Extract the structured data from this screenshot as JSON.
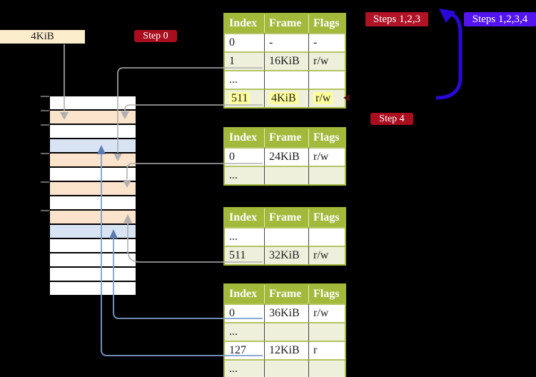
{
  "labels": {
    "page_size": "4KiB",
    "step0": "Step 0",
    "step4": "Step 4",
    "steps_gray": "Steps 1,2,3",
    "steps_blue": "Steps 1,2,3,4"
  },
  "colors": {
    "badge_crimson": "#a90e1f",
    "badge_crimson_big": "#b01226",
    "badge_blue_violet": "#5314f0",
    "big_arrow_blue": "#2a08d8",
    "connector_gray": "#b0b0b0",
    "connector_blue": "#7d9ecb",
    "connector_blue_head": "#5b7cb0",
    "table_header_green": "#a2b93c",
    "table_shade": "#eef0dc",
    "text_highlight_yellow": "#ffff9c",
    "strip_peach": "#fbe3cc",
    "strip_blue": "#d8e4f4",
    "size_label_cream": "#fcedcd"
  },
  "memory_strip": {
    "rows": [
      "white",
      "peach",
      "white",
      "blue",
      "peach",
      "white",
      "peach",
      "white",
      "peach",
      "blue",
      "white",
      "white",
      "white",
      "white"
    ],
    "tick_ys": [
      135,
      155,
      175,
      215,
      255,
      295
    ]
  },
  "tables": [
    {
      "name": "page-table-top",
      "headers": [
        "Index",
        "Frame",
        "Flags"
      ],
      "rows": [
        {
          "cells": [
            "0",
            "-",
            "-"
          ],
          "shaded": false,
          "highlighted": false
        },
        {
          "cells": [
            "1",
            "16KiB",
            "r/w"
          ],
          "shaded": true,
          "highlighted": false
        },
        {
          "cells": [
            "...",
            "",
            ""
          ],
          "shaded": false,
          "highlighted": false
        },
        {
          "cells": [
            "511",
            "4KiB",
            "r/w"
          ],
          "shaded": true,
          "highlighted": true
        }
      ]
    },
    {
      "name": "page-table-second",
      "headers": [
        "Index",
        "Frame",
        "Flags"
      ],
      "rows": [
        {
          "cells": [
            "0",
            "24KiB",
            "r/w"
          ],
          "shaded": false,
          "highlighted": false
        },
        {
          "cells": [
            "...",
            "",
            ""
          ],
          "shaded": true,
          "highlighted": false
        }
      ]
    },
    {
      "name": "page-table-third",
      "headers": [
        "Index",
        "Frame",
        "Flags"
      ],
      "rows": [
        {
          "cells": [
            "...",
            "",
            ""
          ],
          "shaded": false,
          "highlighted": false
        },
        {
          "cells": [
            "511",
            "32KiB",
            "r/w"
          ],
          "shaded": true,
          "highlighted": false
        }
      ]
    },
    {
      "name": "page-table-bottom",
      "headers": [
        "Index",
        "Frame",
        "Flags"
      ],
      "rows": [
        {
          "cells": [
            "0",
            "36KiB",
            "r/w"
          ],
          "shaded": false,
          "highlighted": false
        },
        {
          "cells": [
            "...",
            "",
            ""
          ],
          "shaded": true,
          "highlighted": false
        },
        {
          "cells": [
            "127",
            "12KiB",
            "r"
          ],
          "shaded": false,
          "highlighted": false
        },
        {
          "cells": [
            "...",
            "",
            ""
          ],
          "shaded": true,
          "highlighted": false
        }
      ]
    }
  ]
}
